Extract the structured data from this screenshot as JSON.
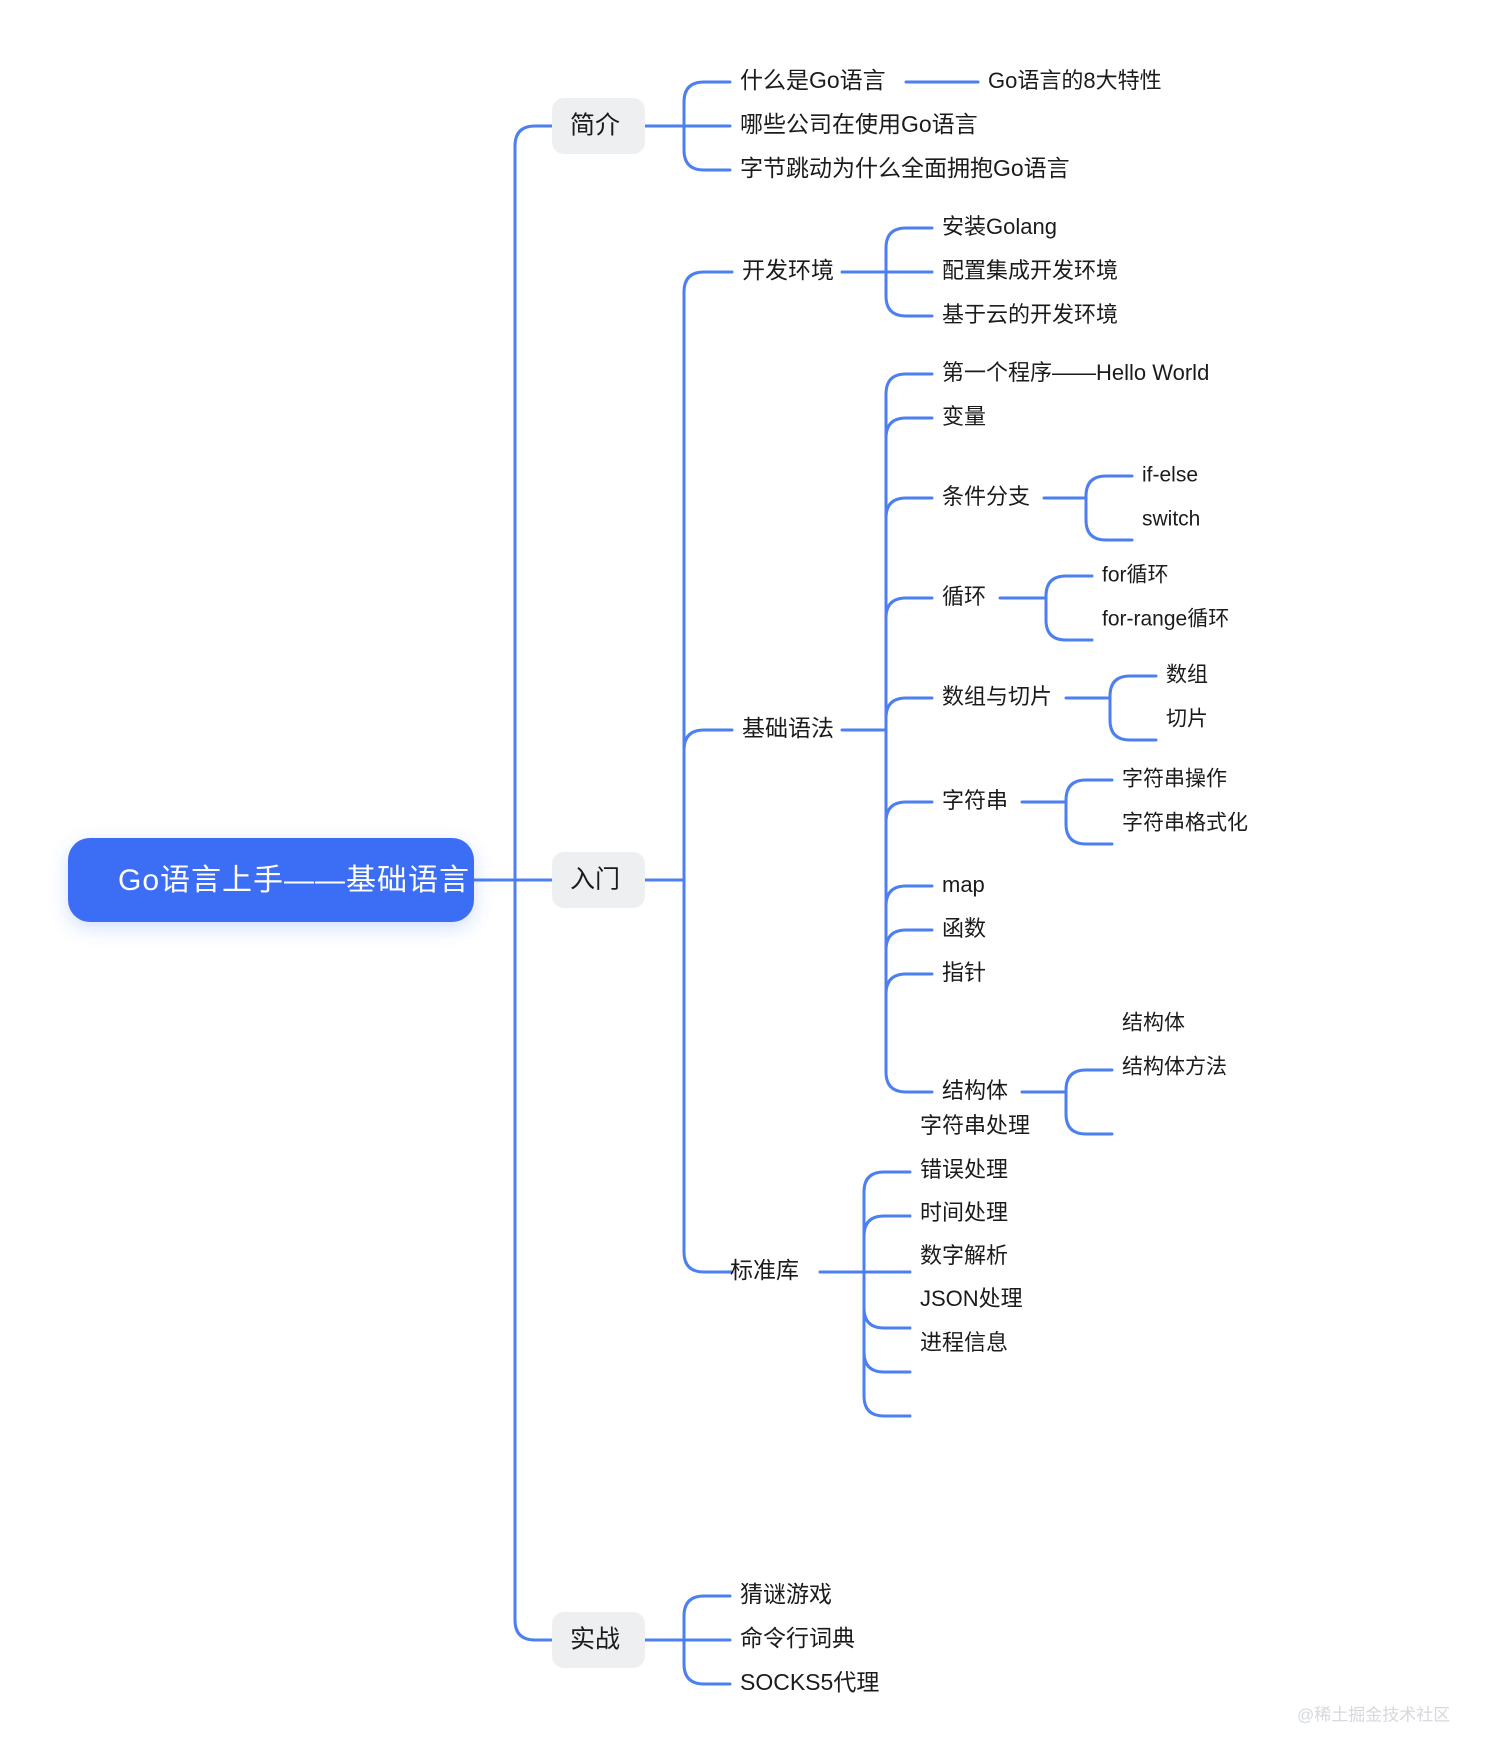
{
  "meta": {
    "title": "Go语言上手——基础语言",
    "watermark": "@稀土掘金技术社区",
    "accent_color": "#3b6ef5",
    "line_color": "#4c7ff0",
    "chip_color": "#eeeff1",
    "text_color": "#1b1b1b",
    "background": "#ffffff"
  },
  "root": {
    "label": "Go语言上手——基础语言"
  },
  "branches": [
    {
      "label": "简介",
      "children": [
        {
          "label": "什么是Go语言",
          "children": [
            {
              "label": "Go语言的8大特性"
            }
          ]
        },
        {
          "label": "哪些公司在使用Go语言"
        },
        {
          "label": "字节跳动为什么全面拥抱Go语言"
        }
      ]
    },
    {
      "label": "入门",
      "children": [
        {
          "label": "开发环境",
          "children": [
            {
              "label": "安装Golang"
            },
            {
              "label": "配置集成开发环境"
            },
            {
              "label": "基于云的开发环境"
            }
          ]
        },
        {
          "label": "基础语法",
          "children": [
            {
              "label": "第一个程序——Hello World"
            },
            {
              "label": "变量"
            },
            {
              "label": "条件分支",
              "children": [
                {
                  "label": "if-else"
                },
                {
                  "label": "switch"
                }
              ]
            },
            {
              "label": "循环",
              "children": [
                {
                  "label": "for循环"
                },
                {
                  "label": "for-range循环"
                }
              ]
            },
            {
              "label": "数组与切片",
              "children": [
                {
                  "label": "数组"
                },
                {
                  "label": "切片"
                }
              ]
            },
            {
              "label": "字符串",
              "children": [
                {
                  "label": "字符串操作"
                },
                {
                  "label": "字符串格式化"
                }
              ]
            },
            {
              "label": "map"
            },
            {
              "label": "函数"
            },
            {
              "label": "指针"
            },
            {
              "label": "结构体",
              "children": [
                {
                  "label": "结构体"
                },
                {
                  "label": "结构体方法"
                }
              ]
            }
          ]
        },
        {
          "label": "标准库",
          "children": [
            {
              "label": "字符串处理"
            },
            {
              "label": "错误处理"
            },
            {
              "label": "时间处理"
            },
            {
              "label": "数字解析"
            },
            {
              "label": "JSON处理"
            },
            {
              "label": "进程信息"
            }
          ]
        }
      ]
    },
    {
      "label": "实战",
      "children": [
        {
          "label": "猜谜游戏"
        },
        {
          "label": "命令行词典"
        },
        {
          "label": "SOCKS5代理"
        }
      ]
    }
  ]
}
